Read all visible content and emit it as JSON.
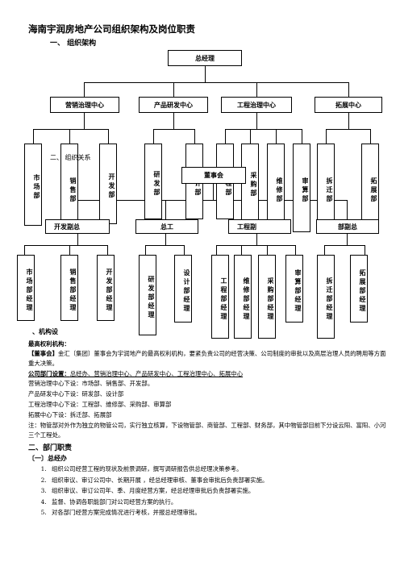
{
  "title": "海南宇润房地产公司组织架构及岗位职责",
  "section1": "一、 组织架构",
  "org": {
    "top": "总经理",
    "centers": [
      "营销治理中心",
      "产品研发中心",
      "工程治理中心",
      "拓展中心"
    ],
    "departments": [
      "市场部",
      "销售部",
      "开发部",
      "研发部",
      "设计部",
      "工程部",
      "采购部",
      "维修部",
      "审算部",
      "拆迁部",
      "拓展部"
    ],
    "overlap_labels": {
      "relation": "二、 组织关系",
      "board": "董事会",
      "deputy_left": "开发副总",
      "general": "总工",
      "deputy_mid": "工程副",
      "deputy_right": "部副总",
      "section_frag": "、机构设"
    },
    "managers": [
      "市场部经理",
      "销售部经理",
      "开发部经理",
      "研发部经理",
      "设计部经理",
      "工程部经理",
      "维修部经理",
      "采购部经理",
      "审算部经理",
      "拆迁部经理",
      "拓展部经理"
    ]
  },
  "body": {
    "top_org_label": "最高权利机构：",
    "board_tag": "【董事会】",
    "board_text": "金汇〔集团〕董事会为宇润地产的最高权利机构，要紧负责公司的经营决策、公司制度的审批以及高层治理人员的聘用等方面重大决策。",
    "dept_label": "公司部门设置：",
    "dept_text": "总经办、营销治理中心、产品研发中心、工程治理中心、拓展中心",
    "lines": [
      "营销治理中心下设：市场部、销售部、开发部。",
      "产品研发中心下设：研发部、设计部",
      "工程治理中心下设：工程部、维修部、采购部、审算部",
      "拓展中心下设：拆迁部、拓展部",
      "注：物管部对外作为独立的物管公司，实行独立核算，下设物管部、商管部、工程部、财务部，其中物管部目前下分设云阳、富阳、小河三个工程处。"
    ]
  },
  "section2": "二、部门职责",
  "subsection": "〔一〕总经办",
  "duties": [
    "组织公司经营工程的现状及前景调研，撰写调研报告供总经理决策参考。",
    "组织审议、审订公司中、长期开展 ，经总经理审核、董事会审批后负责部署实施。",
    "组织审议、审订公司年、季、月度经营方案，经总经理审批后负责部署实施。",
    "监督、协调各职能部门对公司经营方案的执行。",
    "对各部门经营方案完成情况进行考核，并报总经理审批。"
  ]
}
